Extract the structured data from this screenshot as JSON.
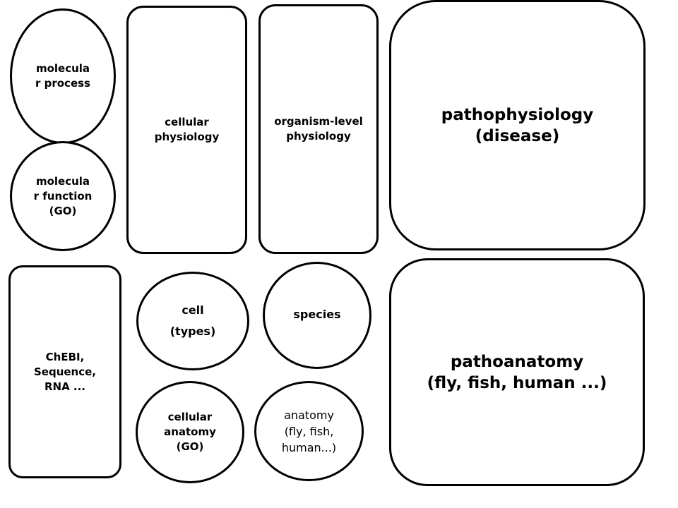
{
  "nodes": {
    "molecular_process": {
      "line1": "molecula",
      "line2": "r process"
    },
    "molecular_function": {
      "line1": "molecula",
      "line2": "r function",
      "line3": "(GO)"
    },
    "cellular_physiology": {
      "line1": "cellular",
      "line2": "physiology"
    },
    "organism_physiology": {
      "line1": "organism-level",
      "line2": "physiology"
    },
    "pathophysiology": {
      "line1": "pathophysiology",
      "line2": "(disease)"
    },
    "chebi": {
      "line1": "ChEBI,",
      "line2": "Sequence,",
      "line3": "RNA ..."
    },
    "cell_types": {
      "line1": "cell",
      "line2": "(types)"
    },
    "species": {
      "line1": "species"
    },
    "pathoanatomy": {
      "line1": "pathoanatomy",
      "line2": "(fly, fish, human ...)"
    },
    "cellular_anatomy": {
      "line1": "cellular",
      "line2": "anatomy",
      "line3": "(GO)"
    },
    "anatomy": {
      "line1": "anatomy",
      "line2": "(fly, fish,",
      "line3": "human...)"
    }
  }
}
